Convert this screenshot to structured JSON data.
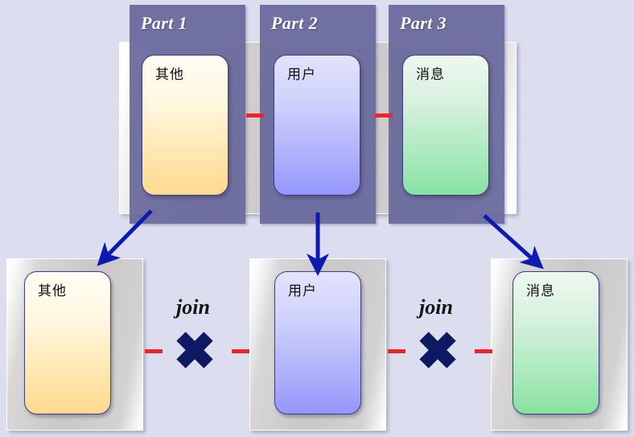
{
  "diagram": {
    "title": "Database sharding / partition join diagram",
    "background_color": "#dcdef0"
  },
  "top_section": {
    "container_name": "partitioned-tables-group",
    "parts": [
      {
        "part_label": "Part 1",
        "entity_label": "其他",
        "entity_color": "#ffd98f",
        "entity_kind": "yellow"
      },
      {
        "part_label": "Part 2",
        "entity_label": "用户",
        "entity_color": "#9496fb",
        "entity_kind": "blue"
      },
      {
        "part_label": "Part 3",
        "entity_label": "消息",
        "entity_color": "#87e2a0",
        "entity_kind": "green"
      }
    ],
    "connector_color": "#e8252a"
  },
  "bottom_section": {
    "container_name": "separated-tables-row",
    "cards": [
      {
        "entity_label": "其他",
        "entity_kind": "yellow"
      },
      {
        "entity_label": "用户",
        "entity_kind": "blue"
      },
      {
        "entity_label": "消息",
        "entity_kind": "green"
      }
    ],
    "joins": [
      {
        "label": "join",
        "blocked": true
      },
      {
        "label": "join",
        "blocked": true
      }
    ],
    "blocked_marker": "x-cross",
    "blocked_marker_color": "#0d1a63"
  },
  "arrows": {
    "color": "#0d1ab0",
    "items": [
      {
        "name": "arrow-part1-to-card1",
        "direction": "down-left"
      },
      {
        "name": "arrow-part2-to-card2",
        "direction": "down"
      },
      {
        "name": "arrow-part3-to-card3",
        "direction": "down-right"
      }
    ]
  }
}
